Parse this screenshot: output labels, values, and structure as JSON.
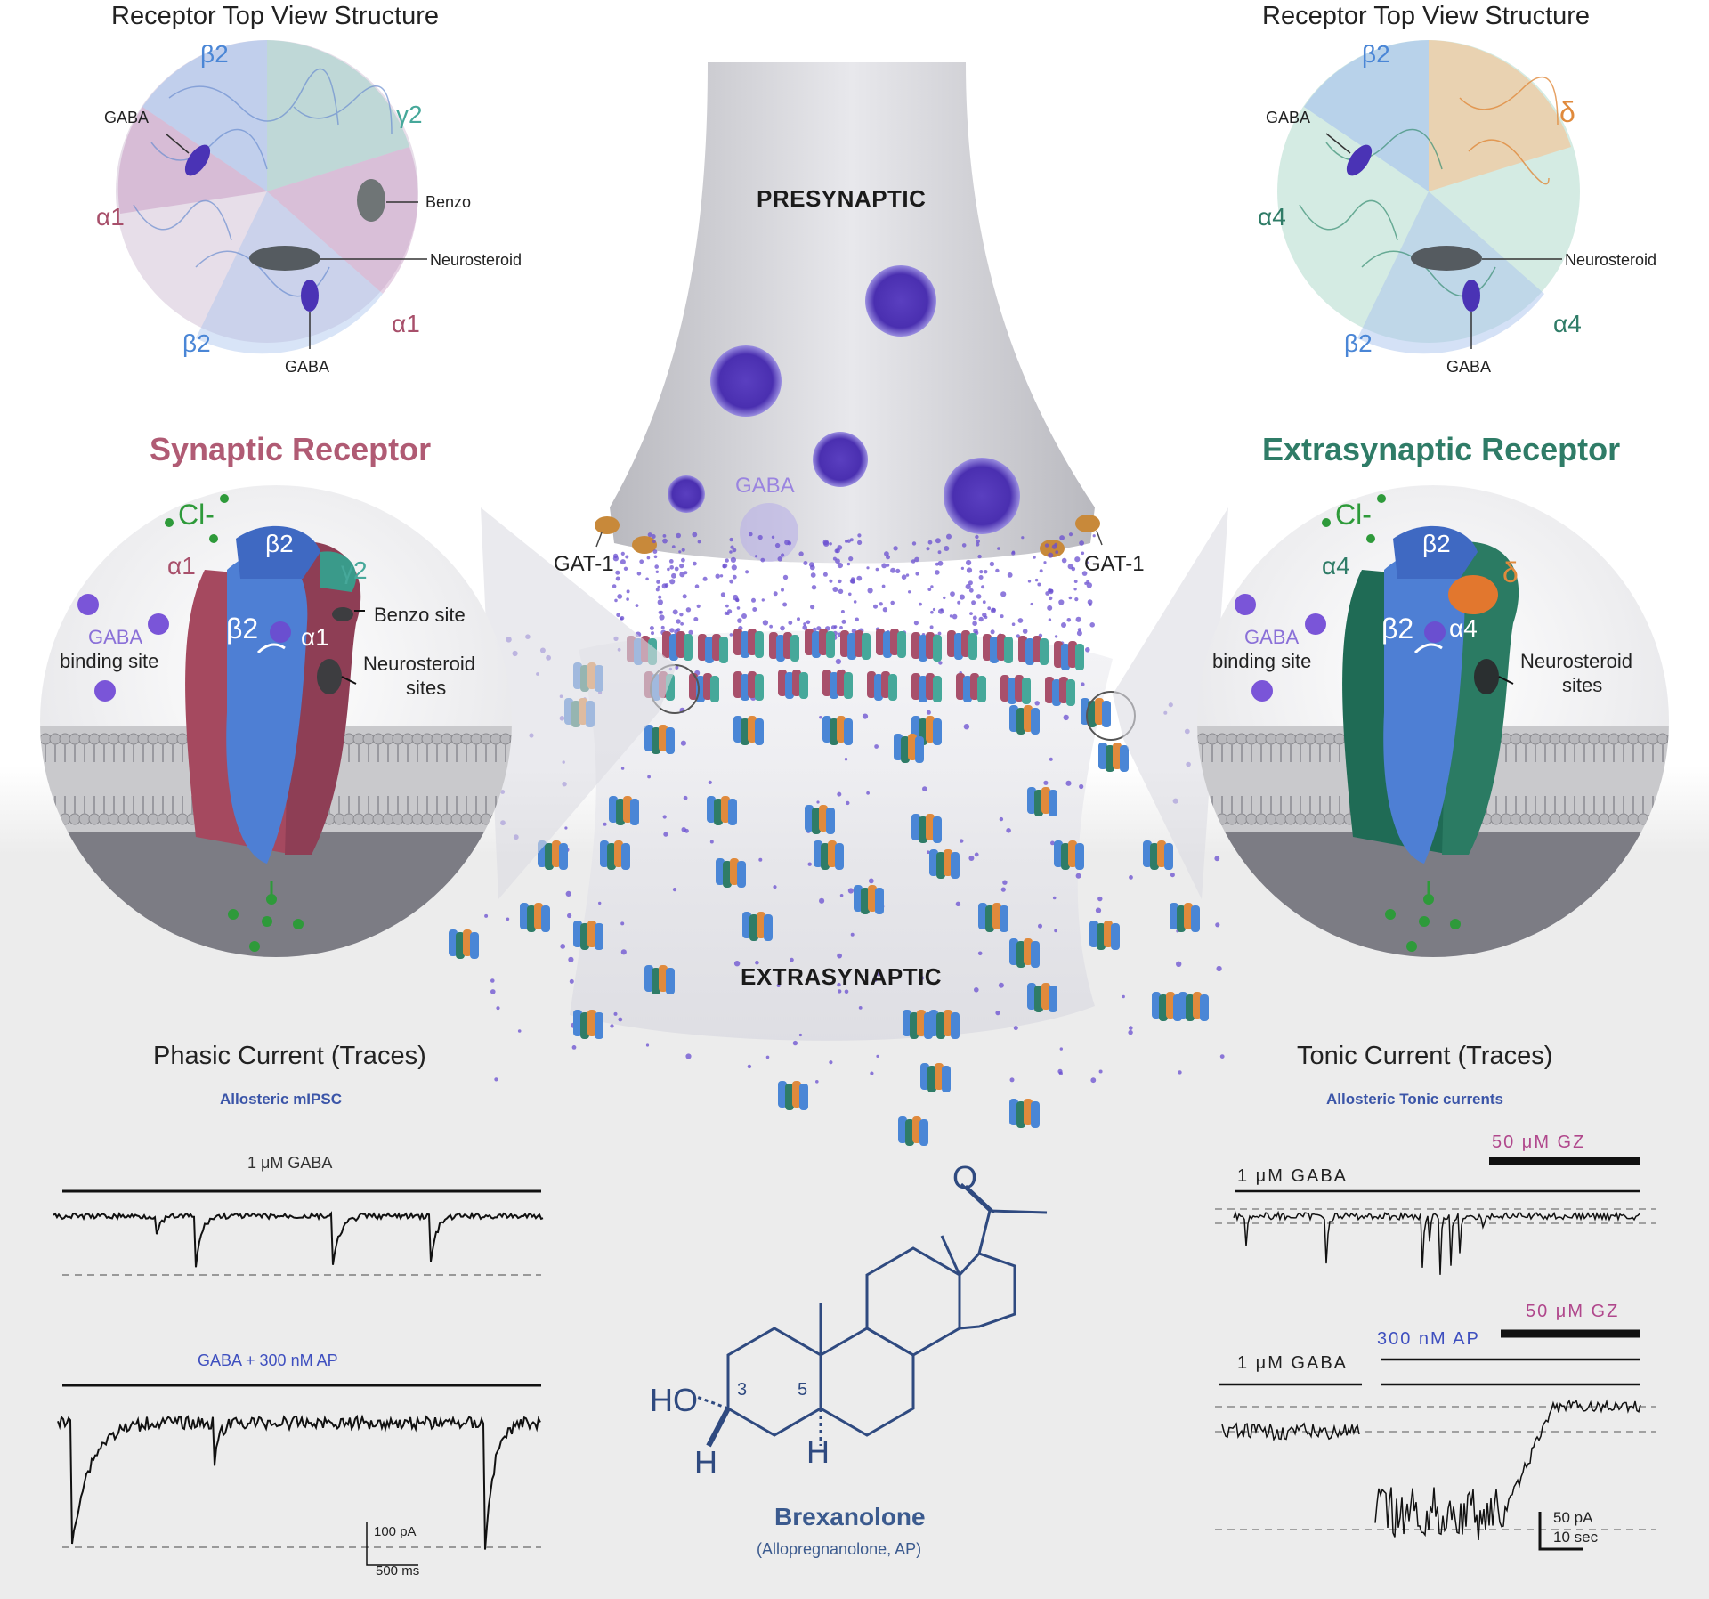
{
  "left_top": {
    "title": "Receptor Top View Structure",
    "labels": {
      "beta_top": "β2",
      "gamma": "γ2",
      "alpha_left": "α1",
      "alpha_right": "α1",
      "beta_bottom": "β2",
      "gaba_top": "GABA",
      "gaba_bottom": "GABA",
      "benzo": "Benzo",
      "neurosteroid": "Neurosteroid"
    }
  },
  "right_top": {
    "title": "Receptor Top View Structure",
    "labels": {
      "beta_top": "β2",
      "delta": "δ",
      "alpha_left": "α4",
      "alpha_right": "α4",
      "beta_bottom": "β2",
      "gaba_top": "GABA",
      "gaba_bottom": "GABA",
      "neurosteroid": "Neurosteroid"
    }
  },
  "synaptic": {
    "title": "Synaptic Receptor",
    "cl": "Cl-",
    "alpha1_a": "α1",
    "beta2_a": "β2",
    "gamma2": "γ2",
    "beta2_b": "β2",
    "alpha1_b": "α1",
    "gaba_line1": "GABA",
    "gaba_line2": "binding site",
    "benzo_site": "Benzo site",
    "ns_line1": "Neurosteroid",
    "ns_line2": "sites"
  },
  "extrasynaptic": {
    "title": "Extrasynaptic Receptor",
    "cl": "Cl-",
    "alpha4_a": "α4",
    "beta2_a": "β2",
    "delta": "δ",
    "beta2_b": "β2",
    "alpha4_b": "α4",
    "gaba_line1": "GABA",
    "gaba_line2": "binding site",
    "ns_line1": "Neurosteroid",
    "ns_line2": "sites"
  },
  "center": {
    "presynaptic": "PRESYNAPTIC",
    "gaba": "GABA",
    "gat_left": "GAT-1",
    "gat_right": "GAT-1",
    "extrasynaptic": "EXTRASYNAPTIC"
  },
  "phasic": {
    "title": "Phasic Current (Traces)",
    "subtitle": "Allosteric mIPSC",
    "trace1_label": "1 μM GABA",
    "trace2_label": "GABA + 300 nM AP",
    "scale_y": "100 pA",
    "scale_x": "500 ms"
  },
  "tonic": {
    "title": "Tonic Current (Traces)",
    "subtitle": "Allosteric Tonic currents",
    "gz1": "50 μM GZ",
    "gaba1": "1 μM GABA",
    "gz2": "50 μM GZ",
    "ap": "300 nM AP",
    "gaba2": "1 μM GABA",
    "scale_y": "50 pA",
    "scale_x": "10 sec"
  },
  "drug": {
    "name": "Brexanolone",
    "alias": "(Allopregnanolone, AP)",
    "ho": "HO",
    "h_left": "H",
    "h_right": "H",
    "o": "O",
    "pos3": "3",
    "pos5": "5"
  },
  "colors": {
    "alpha1": "#a8506b",
    "alpha4": "#2f7c67",
    "beta2": "#4a86d6",
    "gamma2": "#46a89a",
    "delta": "#e08a3c",
    "gaba_dot": "#6a4fd0",
    "chloride": "#2e9a3a"
  }
}
